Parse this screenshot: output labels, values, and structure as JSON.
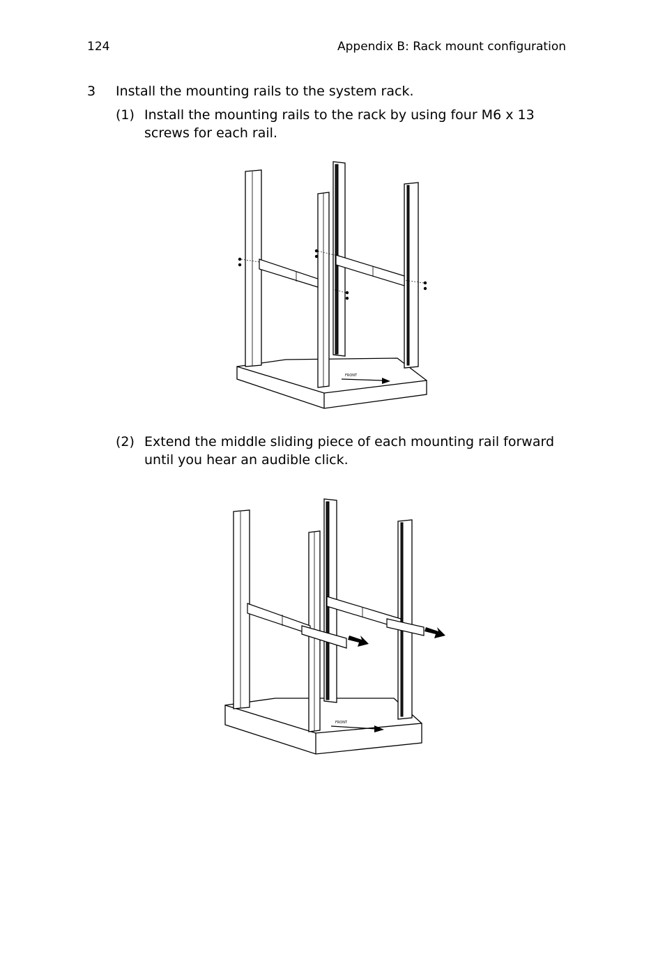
{
  "header": {
    "page_number": "124",
    "title": "Appendix B: Rack mount configuration"
  },
  "steps": [
    {
      "number": "3",
      "text": "Install the mounting rails to the system rack."
    }
  ],
  "substeps": [
    {
      "number": "(1)",
      "line1": "Install the mounting rails to the rack by using four M6 x 13",
      "line2": "screws for each rail."
    },
    {
      "number": "(2)",
      "line1": "Extend the middle sliding piece of each mounting rail forward",
      "line2": "until you hear an audible click."
    }
  ],
  "figures": [
    {
      "icon": "rack-rails-install-illustration"
    },
    {
      "icon": "rack-rails-extend-illustration"
    }
  ]
}
